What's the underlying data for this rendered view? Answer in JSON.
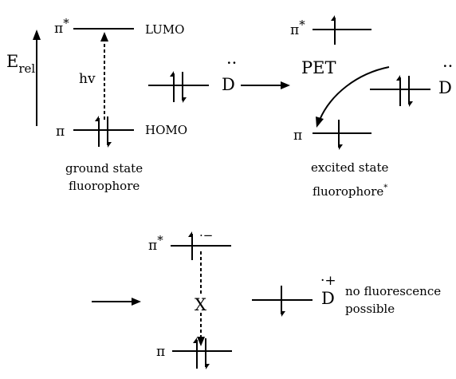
{
  "labels": {
    "e_rel_main": "E",
    "e_rel_sub": "rel",
    "pi_star": "π",
    "star": "*",
    "pi": "π",
    "lumo": "LUMO",
    "homo": "HOMO",
    "hv": "hv",
    "donor": "D",
    "donor_dots": "··",
    "pet": "PET",
    "ground_state_line1": "ground state",
    "ground_state_line2": "fluorophore",
    "excited_state_line1": "excited state",
    "excited_state_line2": "fluorophore",
    "radical_anion": "·−",
    "radical_cation": "·+",
    "blocked": "X",
    "no_fluorescence_line1": "no fluorescence",
    "no_fluorescence_line2": "possible"
  }
}
